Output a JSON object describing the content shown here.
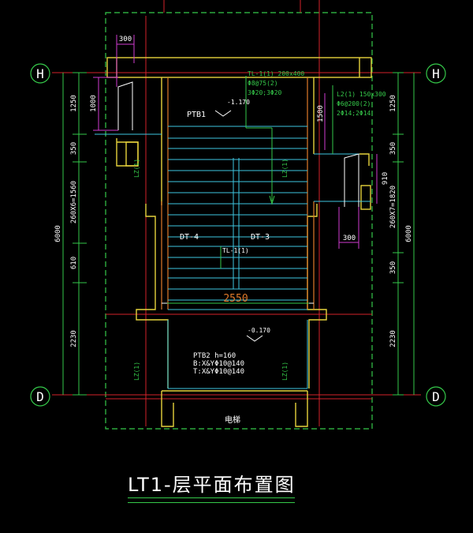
{
  "title": "LT1-层平面布置图",
  "axis_left_top": "H",
  "axis_right_top": "H",
  "axis_left_bottom": "D",
  "axis_right_bottom": "D",
  "dims_left": {
    "d1": "1250",
    "d2": "350",
    "d3": "260X6=1560",
    "d4": "610",
    "d5": "2230",
    "total": "6000",
    "inner": "1000"
  },
  "dims_right": {
    "d1": "1250",
    "d2": "350",
    "d3": "260X7=1820",
    "d4": "350",
    "d5": "2230",
    "total": "6000",
    "inner": "910",
    "upper": "1500"
  },
  "dim_top_300": "300",
  "dim_right_300": "300",
  "span_label": "2550",
  "elev_upper": "-1.170",
  "elev_lower": "-0.170",
  "ptb1": "PTB1",
  "dt4": "DT-4",
  "dt3": "DT-3",
  "tl": "TL-1(1)",
  "beam_top": [
    "TL-1(1) 200x400",
    "Φ8@75(2)",
    "3Φ20;3Φ20"
  ],
  "beam_right": [
    "L2(1) 150x300",
    "Φ6@200(2)",
    "2Φ14;2Φ14"
  ],
  "lz_left_upper": "LZ(1)",
  "lz_right_upper": "LZ(1)",
  "lz_left_lower": "LZ(1)",
  "lz_right_lower": "LZ(1)",
  "ptb2": [
    "PTB2 h=160",
    "B:X&YΦ10@140",
    "T:X&YΦ10@140"
  ],
  "elevator": "电梯"
}
